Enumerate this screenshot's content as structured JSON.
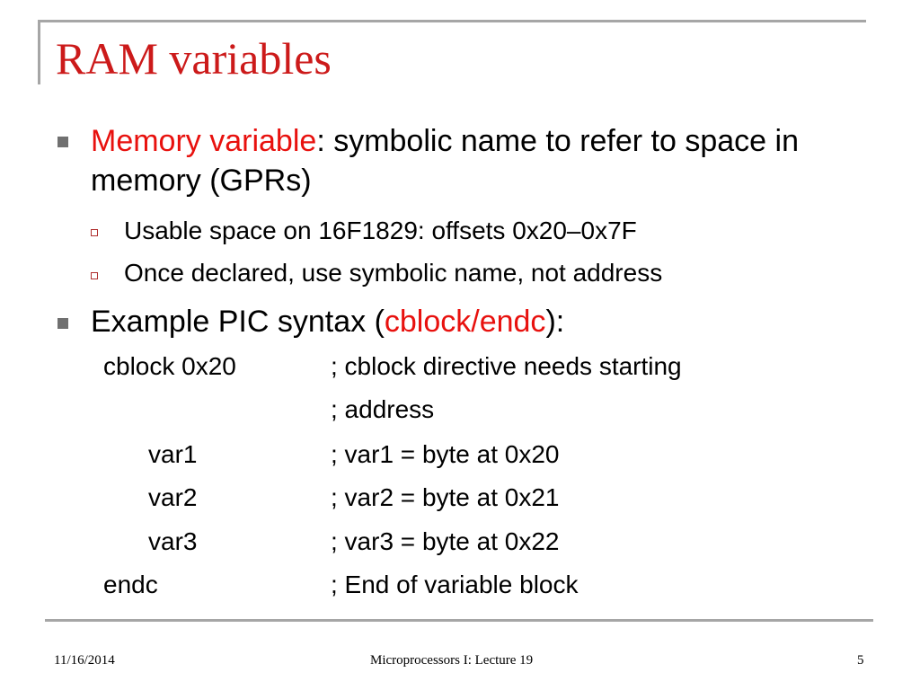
{
  "slide": {
    "title": "RAM variables",
    "bullets": [
      {
        "highlight": "Memory variable",
        "rest": ": symbolic name to refer to space in memory (GPRs)",
        "sub_bullets": [
          "Usable space on 16F1829: offsets 0x20–0x7F",
          "Once declared, use symbolic name, not address"
        ]
      },
      {
        "prefix": "Example PIC syntax (",
        "highlight": "cblock/endc",
        "suffix": "):"
      }
    ],
    "code": [
      {
        "code": "cblock  0x20",
        "comment": "; cblock directive needs starting"
      },
      {
        "code": "",
        "comment": ";    address"
      },
      {
        "code": "var1",
        "comment": "; var1 = byte at 0x20"
      },
      {
        "code": "var2",
        "comment": "; var2 = byte at 0x21"
      },
      {
        "code": "var3",
        "comment": "; var3 = byte at 0x22"
      },
      {
        "code": "endc",
        "comment": "; End of variable block"
      }
    ]
  },
  "footer": {
    "date": "11/16/2014",
    "center": "Microprocessors I:  Lecture 19",
    "page_number": "5"
  },
  "colors": {
    "title": "#cc1a1a",
    "highlight": "#e8110e",
    "rules": "#a6a6a6"
  }
}
